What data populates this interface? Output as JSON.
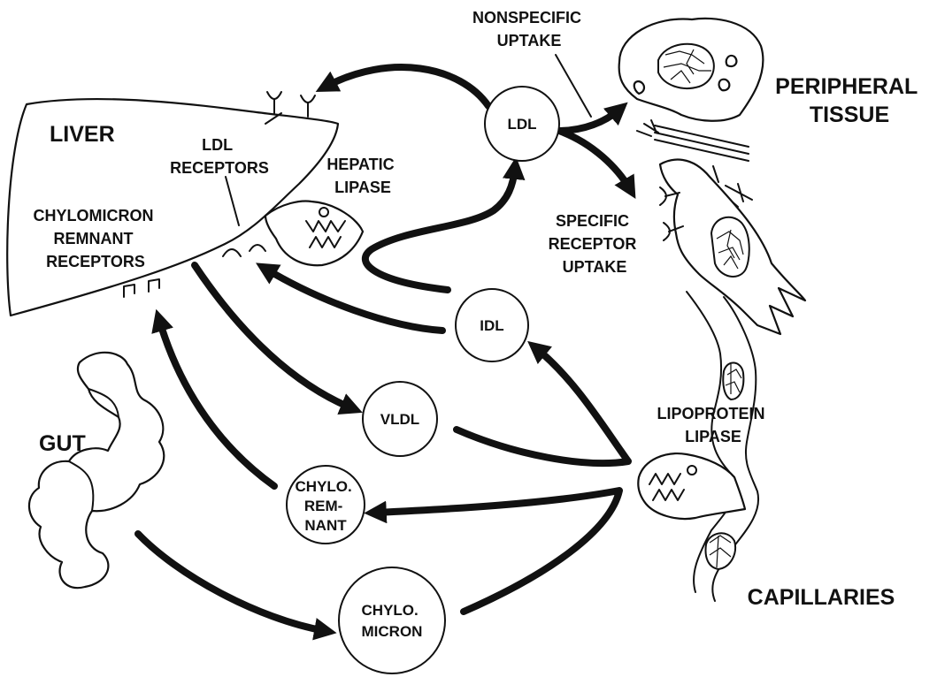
{
  "labels": {
    "liver": "LIVER",
    "ldl_receptors": [
      "LDL",
      "RECEPTORS"
    ],
    "hepatic_lipase": [
      "HEPATIC",
      "LIPASE"
    ],
    "chylo_remnant_receptors": [
      "CHYLOMICRON",
      "REMNANT",
      "RECEPTORS"
    ],
    "gut": "GUT",
    "nonspecific_uptake": [
      "NONSPECIFIC",
      "UPTAKE"
    ],
    "peripheral_tissue": [
      "PERIPHERAL",
      "TISSUE"
    ],
    "specific_receptor_uptake": [
      "SPECIFIC",
      "RECEPTOR",
      "UPTAKE"
    ],
    "lipoprotein_lipase": [
      "LIPOPROTEIN",
      "LIPASE"
    ],
    "capillaries": "CAPILLARIES"
  },
  "nodes": {
    "ldl": [
      "LDL"
    ],
    "idl": [
      "IDL"
    ],
    "vldl": [
      "VLDL"
    ],
    "chylo_remnant": [
      "CHYLO.",
      "REM-",
      "NANT"
    ],
    "chylomicron": [
      "CHYLO.",
      "MICRON"
    ]
  }
}
